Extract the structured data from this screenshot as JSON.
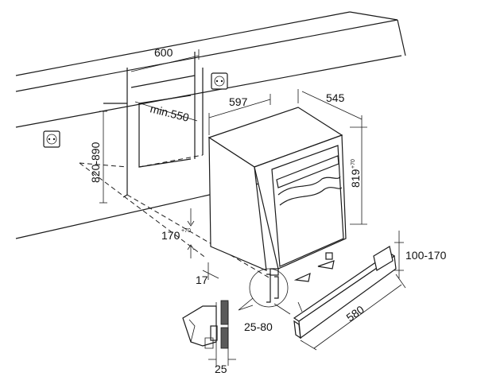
{
  "dimensions": {
    "cabinet_width": "600",
    "niche_depth": "min.550",
    "niche_height": "820-890",
    "socket_gap": "170",
    "socket_gap_sup": "+70",
    "appliance_width": "597",
    "appliance_depth": "545",
    "appliance_height": "819",
    "appliance_height_sup": "+70",
    "door_offset": "17",
    "plinth_height": "100-170",
    "plinth_length": "580",
    "plinth_setback": "25-80",
    "detail_width": "25"
  },
  "icons": {
    "socket_left": "power-socket-icon",
    "socket_right": "power-socket-icon"
  }
}
